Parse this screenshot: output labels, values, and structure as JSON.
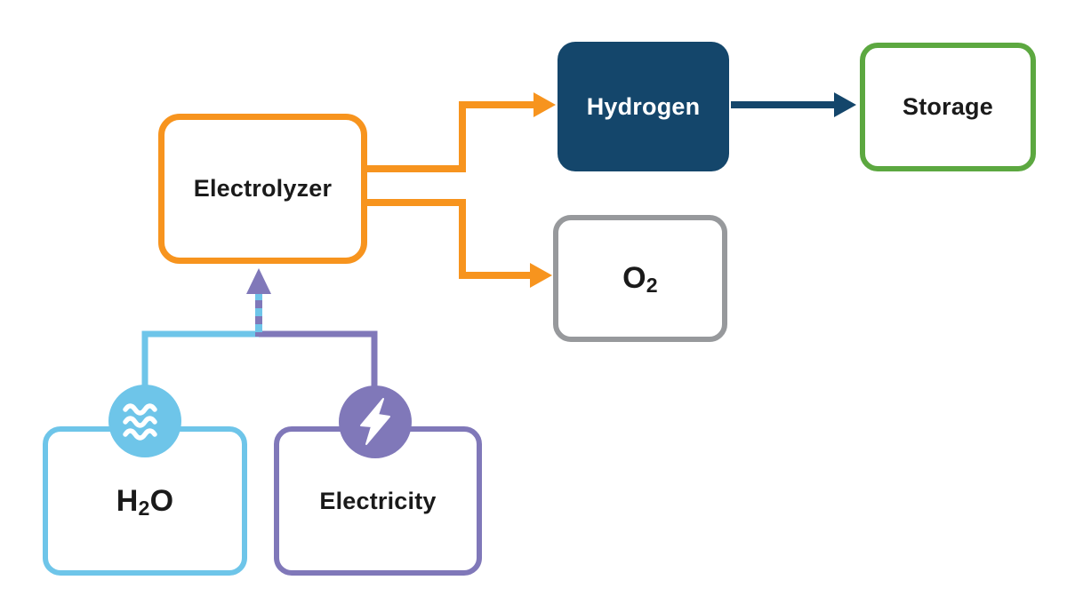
{
  "diagram": {
    "title": "Electrolysis hydrogen production flow diagram",
    "background": "#FFFFFF",
    "colors": {
      "orange": "#F7941E",
      "navy": "#14466B",
      "green": "#5CA840",
      "gray": "#97999C",
      "blue": "#6EC5E9",
      "purple": "#8078B9",
      "text": "#1A1A1A",
      "white": "#FFFFFF"
    },
    "nodes": {
      "electrolyzer": {
        "label": "Electrolyzer",
        "border_color": "#F7941E",
        "fill": "#FFFFFF",
        "text_color": "#1A1A1A"
      },
      "hydrogen": {
        "label": "Hydrogen",
        "fill": "#14466B",
        "text_color": "#FFFFFF"
      },
      "storage": {
        "label": "Storage",
        "border_color": "#5CA840",
        "fill": "#FFFFFF",
        "text_color": "#1A1A1A"
      },
      "oxygen": {
        "label_main": "O",
        "label_sub": "2",
        "border_color": "#97999C",
        "fill": "#FFFFFF",
        "text_color": "#1A1A1A"
      },
      "water": {
        "label_prefix": "H",
        "label_sub": "2",
        "label_suffix": "O",
        "border_color": "#6EC5E9",
        "fill": "#FFFFFF",
        "text_color": "#1A1A1A",
        "icon": "water-waves-icon",
        "icon_color": "#6EC5E9"
      },
      "electricity": {
        "label": "Electricity",
        "border_color": "#8078B9",
        "fill": "#FFFFFF",
        "text_color": "#1A1A1A",
        "icon": "lightning-bolt-icon",
        "icon_color": "#8078B9"
      }
    },
    "edges": [
      {
        "from": "electrolyzer",
        "to": "hydrogen",
        "color": "#F7941E",
        "style": "solid",
        "arrowhead": true
      },
      {
        "from": "electrolyzer",
        "to": "oxygen",
        "color": "#F7941E",
        "style": "solid",
        "arrowhead": true
      },
      {
        "from": "hydrogen",
        "to": "storage",
        "color": "#14466B",
        "style": "solid",
        "arrowhead": true
      },
      {
        "from": "water",
        "to": "electrolyzer",
        "color": "#6EC5E9",
        "style": "solid-then-striped-dash",
        "arrowhead": false
      },
      {
        "from": "electricity",
        "to": "electrolyzer",
        "color": "#8078B9",
        "style": "solid-then-striped-dash",
        "arrowhead": true
      }
    ]
  }
}
